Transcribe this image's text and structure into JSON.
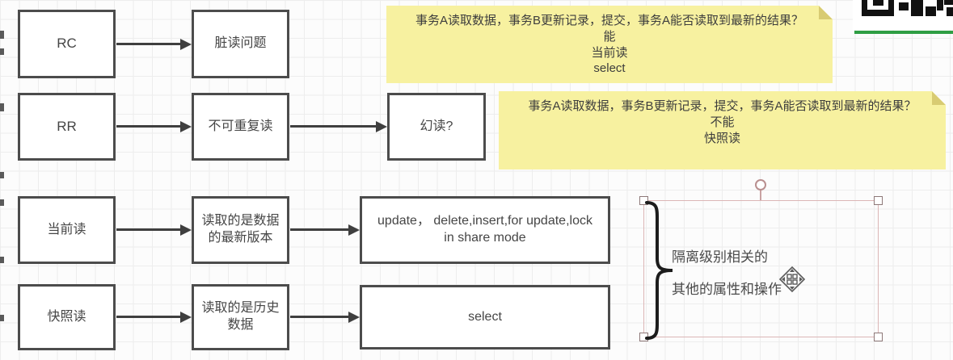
{
  "diagram_title": "MySQL isolation level / read mode flowchart",
  "boxes": {
    "rc": "RC",
    "dirty": "脏读问题",
    "rr": "RR",
    "non_repeatable": "不可重复读",
    "phantom": "幻读?",
    "current_read": "当前读",
    "current_target_l1": "读取的是数据",
    "current_target_l2": "的最新版本",
    "current_ops": "update， delete,insert,for update,lock in share mode",
    "snapshot_read": "快照读",
    "snapshot_target_l1": "读取的是历史",
    "snapshot_target_l2": "数据",
    "snapshot_ops": "select"
  },
  "note_top": {
    "question": "事务A读取数据，事务B更新记录，提交，事务A能否读取到最新的结果？",
    "answer": "能",
    "line3": "当前读",
    "line4": "select"
  },
  "note_bottom": {
    "question": "事务A读取数据，事务B更新记录，提交，事务A能否读取到最新的结果？",
    "answer": "不能",
    "line3": "快照读"
  },
  "annotation": {
    "line1": "隔离级别相关的",
    "line2": "其他的属性和操作"
  },
  "colors": {
    "sticky_note": "#f7f1a0",
    "sticky_fold": "#d8cb72",
    "box_border": "#4c4c4c",
    "arrow": "#3f3f3f",
    "selection": "#dcb6b6",
    "green_bar": "#2f9e44",
    "grid_line": "#ededed"
  }
}
